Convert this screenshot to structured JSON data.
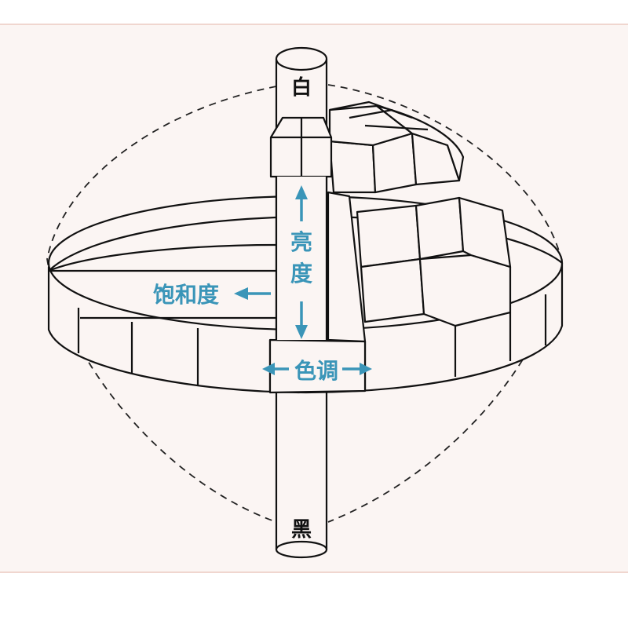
{
  "labels": {
    "white": "白",
    "black": "黑",
    "lightness": "亮度",
    "saturation": "饱和度",
    "hue": "色调"
  },
  "colors": {
    "accent": "#3a95b8",
    "background": "#fbf5f3",
    "line": "#111111"
  }
}
